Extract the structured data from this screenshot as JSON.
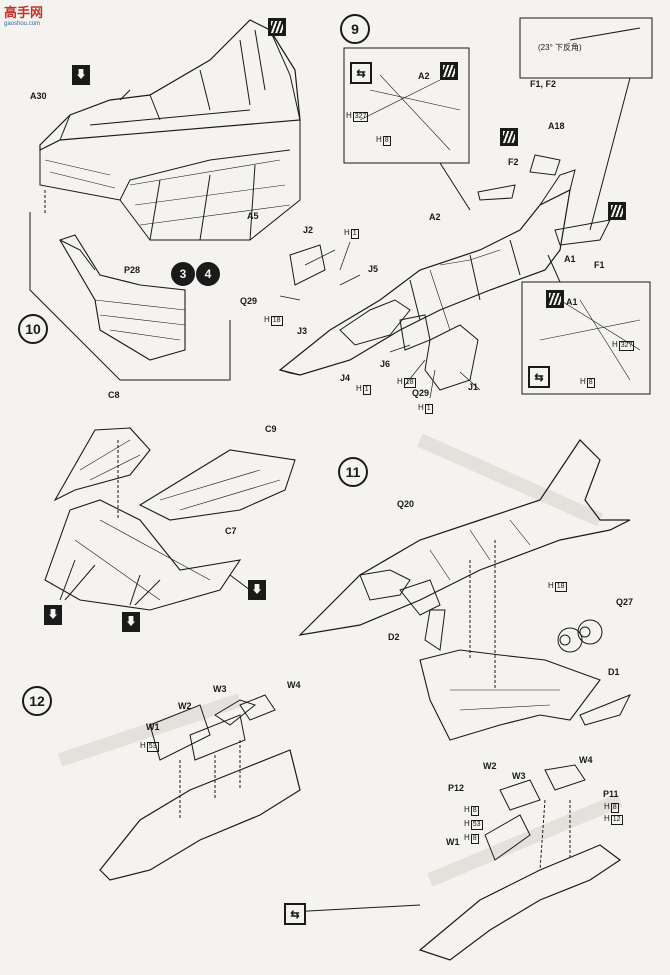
{
  "watermark": {
    "name": "高手网",
    "url": "gaoshou.com"
  },
  "steps": {
    "s9": "9",
    "s10": "10",
    "s11": "11",
    "s12": "12"
  },
  "options": {
    "o3": "3",
    "o4": "4"
  },
  "angle_note": "(23° 下反角)",
  "icons": {
    "glue": "glue-icon",
    "paint": "paint-icon",
    "decal": "decal-flip-icon"
  },
  "step10": {
    "parts": {
      "a30": "A30",
      "a5": "A5",
      "p28": "P28"
    }
  },
  "step9": {
    "parts": {
      "a2": "A2",
      "a2_inset": "A2",
      "a18": "A18",
      "f2": "F2",
      "f1f2": "F1, F2",
      "f1": "F1",
      "a1": "A1",
      "a1_inset": "A1",
      "j1": "J1",
      "j2": "J2",
      "j3": "J3",
      "j4": "J4",
      "j5": "J5",
      "j6": "J6",
      "q29a": "Q29",
      "q29b": "Q29"
    },
    "colors": {
      "h327a": "327",
      "h8a": "8",
      "h327b": "327",
      "h8b": "8",
      "h1a": "1",
      "h18a": "18",
      "h1b": "1",
      "h18b": "18",
      "h1c": "1"
    }
  },
  "wings": {
    "c8": "C8",
    "c9": "C9",
    "c7": "C7"
  },
  "step11": {
    "parts": {
      "q20": "Q20",
      "q27": "Q27",
      "d2": "D2",
      "d1": "D1"
    },
    "colors": {
      "h18": "18"
    }
  },
  "step12": {
    "parts": {
      "w1a": "W1",
      "w2a": "W2",
      "w3a": "W3",
      "w4a": "W4",
      "w1b": "W1",
      "w2b": "W2",
      "w3b": "W3",
      "w4b": "W4",
      "p12": "P12",
      "p11": "P11"
    },
    "colors": {
      "h53a": "53",
      "h8a": "8",
      "h53b": "53",
      "h8b": "8",
      "h8c": "8",
      "h12": "12"
    }
  }
}
